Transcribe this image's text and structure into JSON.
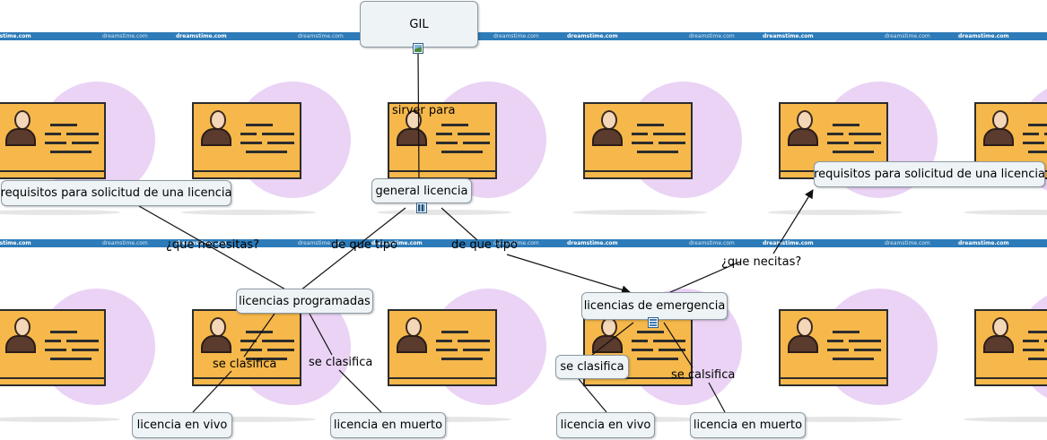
{
  "background": {
    "watermark": "dreamstime.com",
    "colors": {
      "band": "#2d7bb8",
      "circle": "#ead3f5",
      "card": "#f6b84b"
    }
  },
  "nodes": {
    "gil": {
      "label": "GIL",
      "icon": "image-icon"
    },
    "general_licencia": {
      "label": "general licencia",
      "icon": "film-icon"
    },
    "requisitos_left": {
      "label": "requisitos para solicitud de una licencia"
    },
    "requisitos_right": {
      "label": "requisitos para solicitud de una licencia"
    },
    "licencias_programadas": {
      "label": "licencias programadas"
    },
    "licencias_emergencia": {
      "label": "licencias de emergencia",
      "icon": "document-icon"
    },
    "se_clasifica_node": {
      "label": "se clasifica"
    },
    "licencia_vivo_left": {
      "label": "licencia en vivo"
    },
    "licencia_muerto_left": {
      "label": "licencia en muerto"
    },
    "licencia_vivo_right": {
      "label": "licencia en vivo"
    },
    "licencia_muerto_right": {
      "label": "licencia en muerto"
    }
  },
  "links": {
    "sirver_para": "sirver para",
    "que_necesitas": "¿que necesitas?",
    "de_que_tipo_1": "de que tipo",
    "de_que_tipo_2": "de que tipo",
    "que_necitas": "¿que necitas?",
    "se_clasifica_1": "se clasifica",
    "se_clasifica_2": "se clasifica",
    "se_calsifica": "se calsifica"
  }
}
